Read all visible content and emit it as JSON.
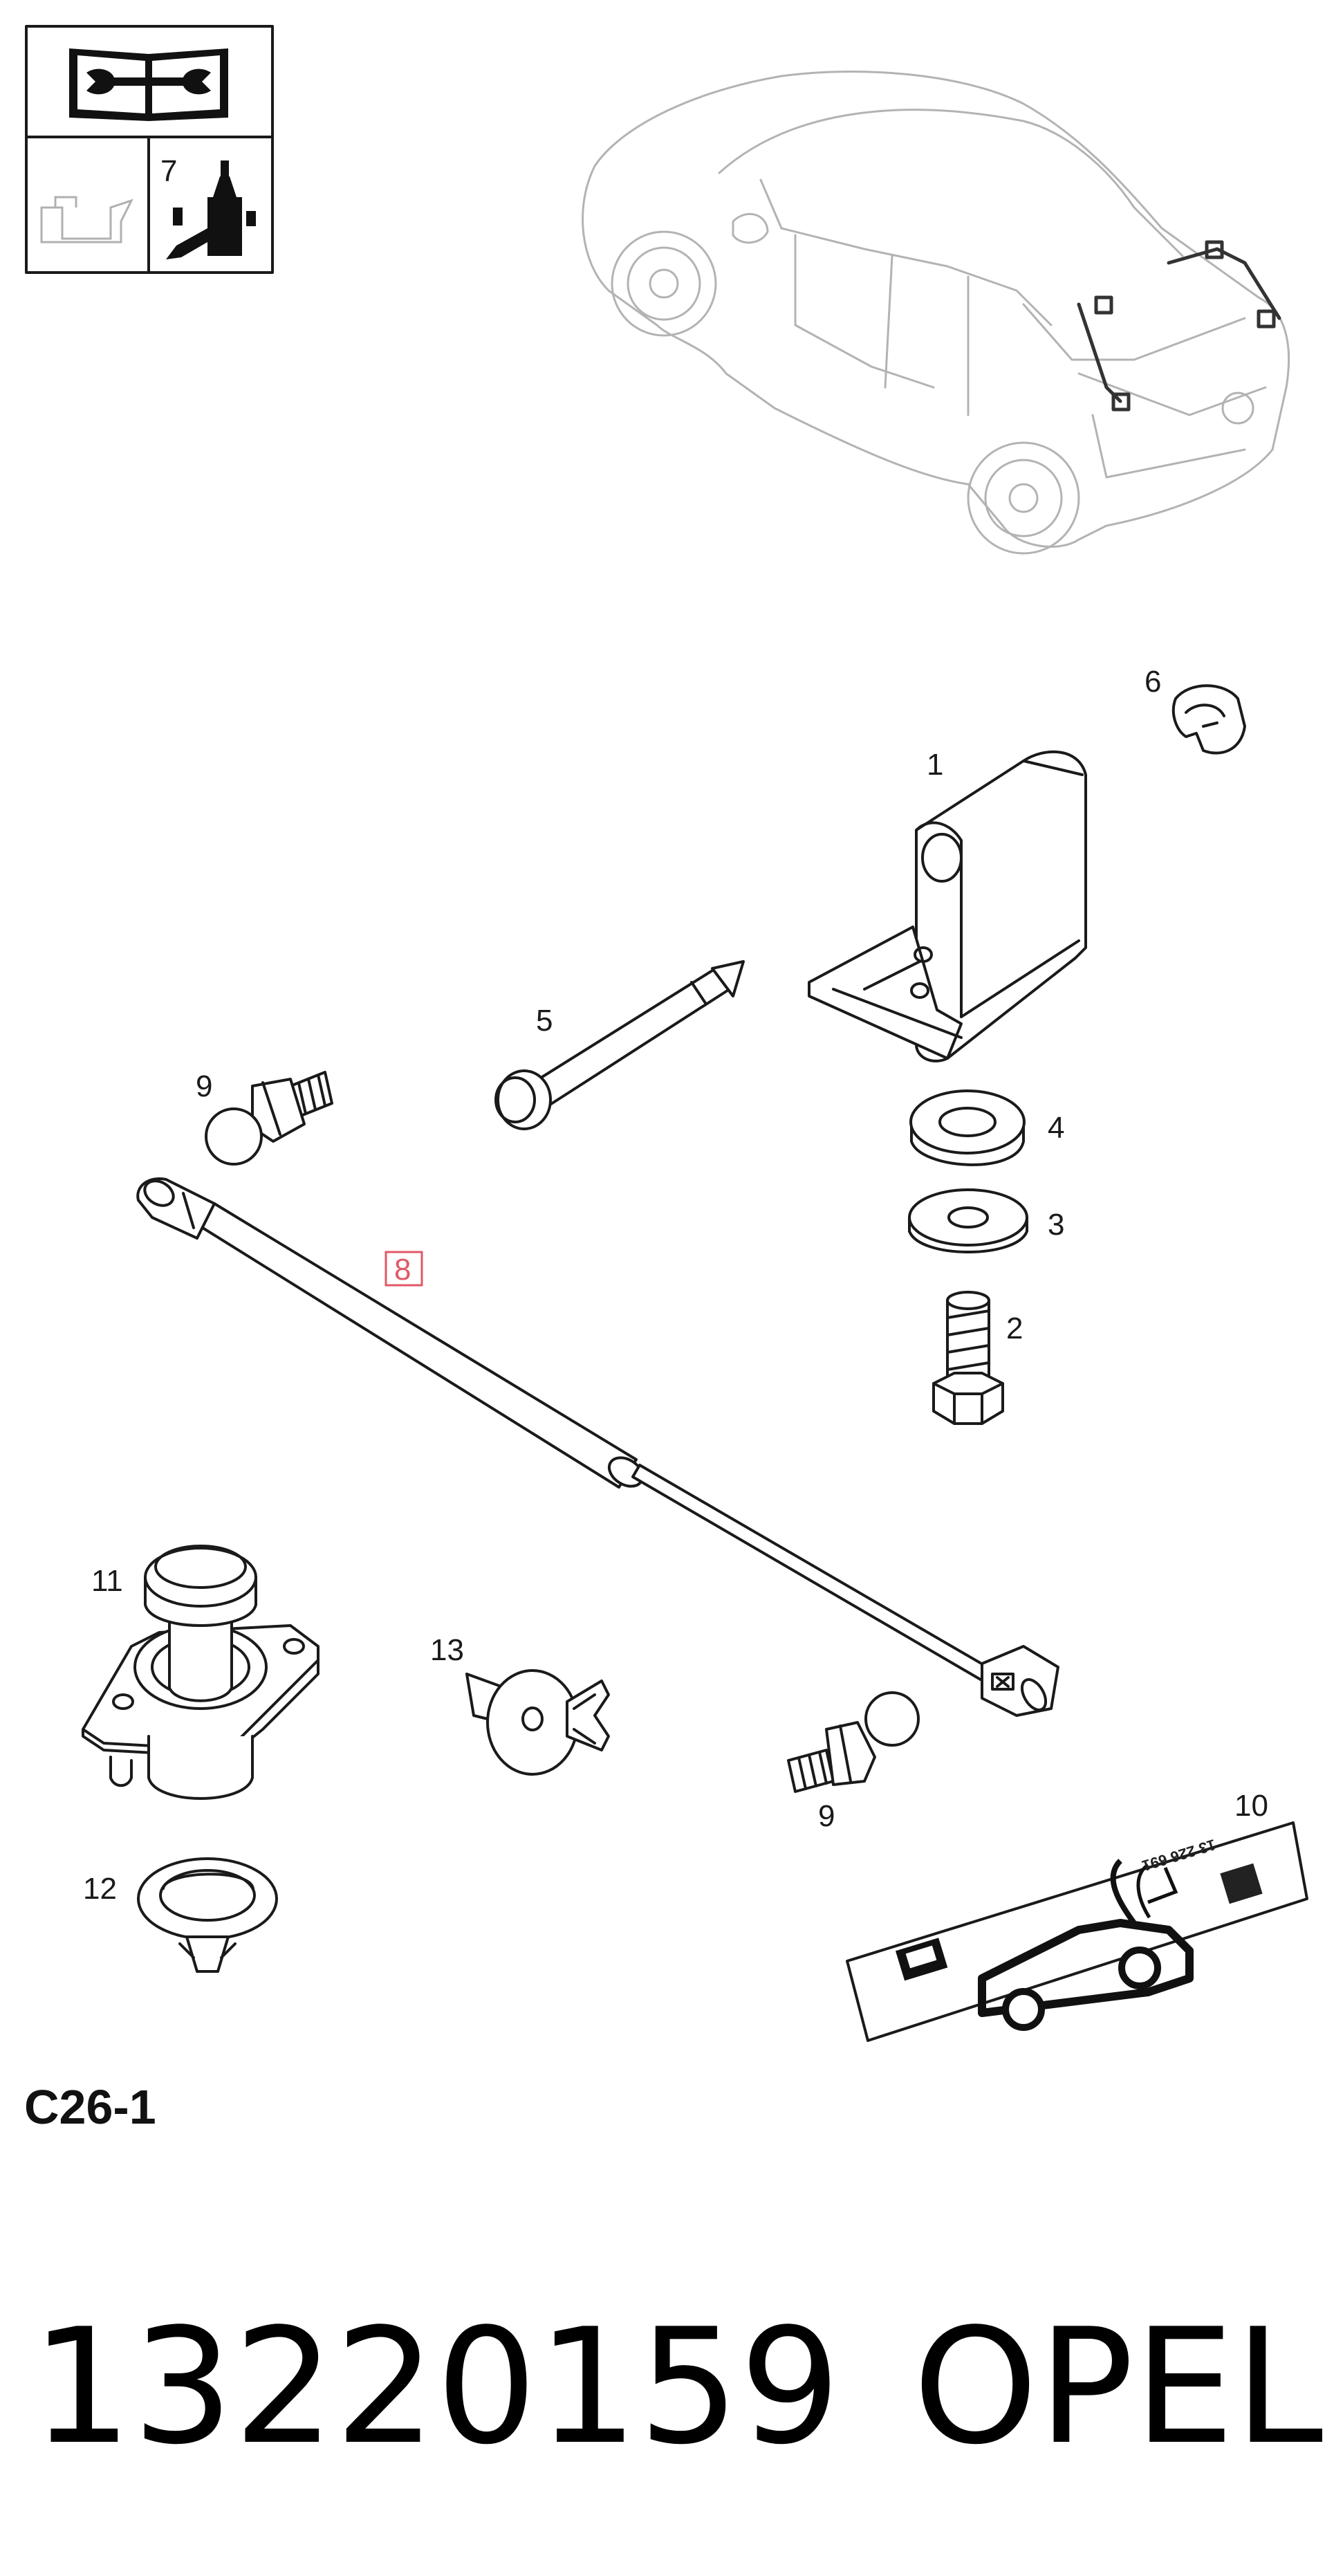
{
  "diagram": {
    "code": "C26-1",
    "part_number": "13220159",
    "brand": "OPEL",
    "callouts": {
      "p1": "1",
      "p2": "2",
      "p3": "3",
      "p4": "4",
      "p5": "5",
      "p6": "6",
      "p7": "7",
      "p8": "8",
      "p9a": "9",
      "p9b": "9",
      "p10": "10",
      "p11": "11",
      "p12": "12",
      "p13": "13"
    },
    "label_code": "13 226 691"
  },
  "colors": {
    "line": "#1a1a1a",
    "ghost_car": "#b3b3b3",
    "highlight": "#e05a66"
  },
  "icons": [
    "manual-icon",
    "fluid-can-icon",
    "grease-bottle-icon"
  ]
}
